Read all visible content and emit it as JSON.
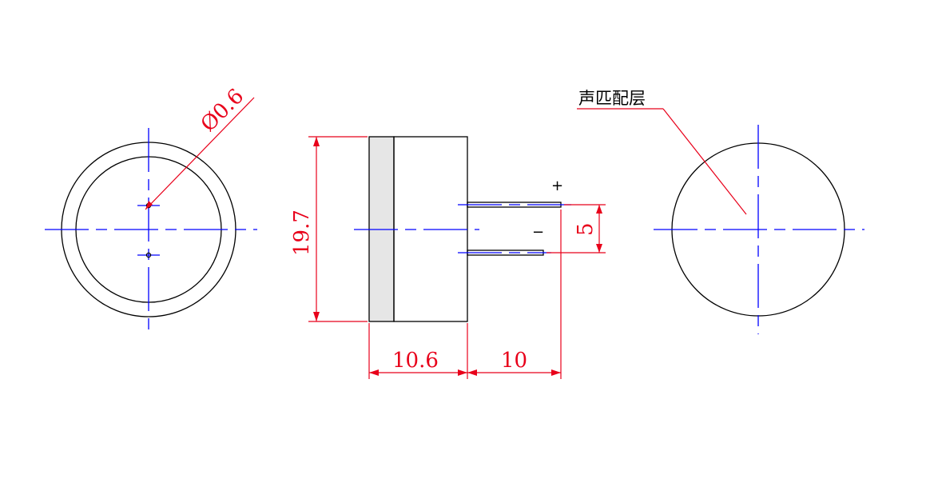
{
  "labels": {
    "pin_diameter": "Ø0.6",
    "body_diameter": "19.7",
    "body_depth": "10.6",
    "pin_length": "10",
    "pin_spacing": "5",
    "plus_sign": "+",
    "minus_sign": "−",
    "matching_layer": "声匹配层"
  },
  "colors": {
    "outline": "#000000",
    "center_line": "#0000ff",
    "dimension": "#e8001a",
    "matching_layer_fill": "#e6e6e6"
  }
}
